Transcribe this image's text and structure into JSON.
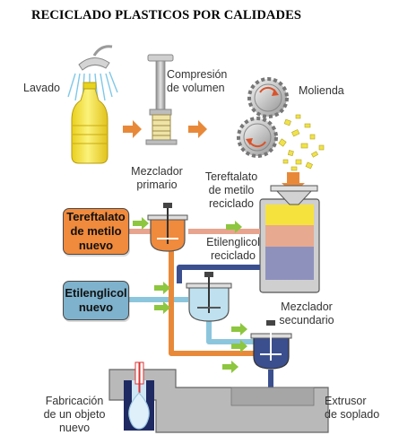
{
  "title": "RECICLADO PLASTICOS POR CALIDADES",
  "steps": {
    "lavado": "Lavado",
    "compresion": [
      "Compresión",
      "de volumen"
    ],
    "molienda": "Molienda",
    "mezclador_primario": [
      "Mezclador",
      "primario"
    ],
    "tereftalato_reciclado": [
      "Tereftalato",
      "de metilo",
      "reciclado"
    ],
    "etilenglicol_reciclado": [
      "Etilenglicol",
      "reciclado"
    ],
    "mezclador_secundario": [
      "Mezclador",
      "secundario"
    ],
    "fabricacion": [
      "Fabricación",
      "de un objeto",
      "nuevo"
    ],
    "extrusor": [
      "Extrusor",
      "de soplado"
    ]
  },
  "inputs": {
    "tereftalato_nuevo": [
      "Tereftalato",
      "de metilo",
      "nuevo"
    ],
    "etilenglicol_nuevo": [
      "Etilenglicol",
      "nuevo"
    ]
  },
  "colors": {
    "orange_flow": "#e8893a",
    "pet_box": "#f08a3c",
    "glycol_box": "#7fb2cc",
    "pink_flow": "#d9a093",
    "lightblue_flow": "#8cc6dd",
    "navy_flow": "#3b4f8f",
    "green_arrow": "#8dc63f",
    "gray_machine": "#b9b9b9",
    "bottle_yellow": "#f3e23a",
    "blue_mixer": "#bfe1ef"
  },
  "icons": [
    "shower-icon",
    "bottle-icon",
    "press-icon",
    "gear-icon",
    "hopper-icon",
    "mixer-icon",
    "extruder-icon",
    "bottle-mold-icon"
  ]
}
